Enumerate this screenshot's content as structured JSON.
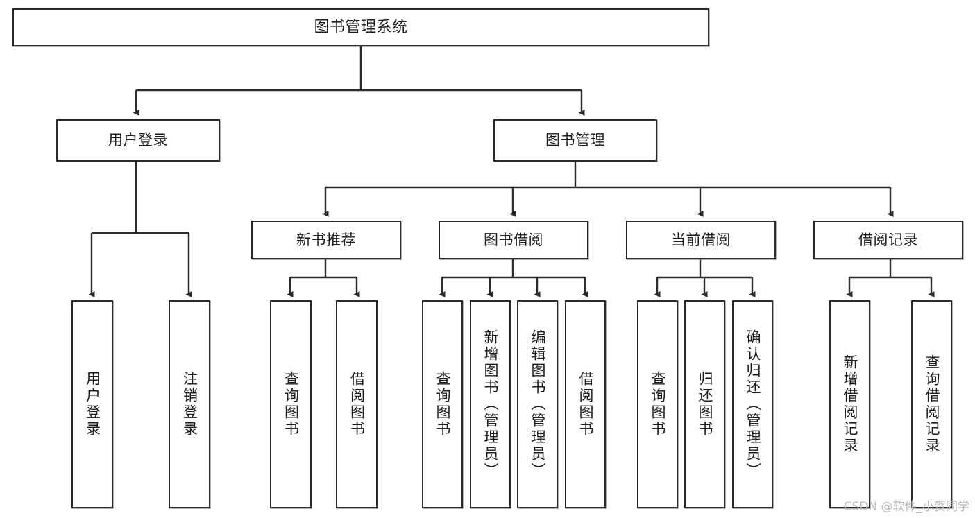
{
  "diagram": {
    "type": "tree-hierarchy-chart",
    "title": "图书管理系统",
    "colors": {
      "background": "#ffffff",
      "node_border": "#2b2b2b",
      "node_fill": "#ffffff",
      "edge": "#2b2b2b",
      "text": "#1d1d1d",
      "watermark": "#b9b9b9"
    },
    "nodes": {
      "root": {
        "label": "图书管理系统"
      },
      "level1": [
        {
          "id": "user-login",
          "label": "用户登录"
        },
        {
          "id": "book-manage",
          "label": "图书管理"
        }
      ],
      "level2": [
        {
          "id": "new-book-recommend",
          "label": "新书推荐"
        },
        {
          "id": "book-borrow",
          "label": "图书借阅"
        },
        {
          "id": "current-borrow",
          "label": "当前借阅"
        },
        {
          "id": "borrow-record",
          "label": "借阅记录"
        }
      ],
      "leaves": [
        {
          "id": "leaf-user-login",
          "label": "用户登录",
          "parent": "user-login"
        },
        {
          "id": "leaf-logout-login",
          "label": "注销登录",
          "parent": "user-login"
        },
        {
          "id": "leaf-query-book-1",
          "label": "查询图书",
          "parent": "new-book-recommend"
        },
        {
          "id": "leaf-borrow-book-1",
          "label": "借阅图书",
          "parent": "new-book-recommend"
        },
        {
          "id": "leaf-query-book-2",
          "label": "查询图书",
          "parent": "book-borrow"
        },
        {
          "id": "leaf-add-book",
          "label": "新增图书（管理员）",
          "parent": "book-borrow"
        },
        {
          "id": "leaf-edit-book",
          "label": "编辑图书（管理员）",
          "parent": "book-borrow"
        },
        {
          "id": "leaf-borrow-book-2",
          "label": "借阅图书",
          "parent": "book-borrow"
        },
        {
          "id": "leaf-query-book-3",
          "label": "查询图书",
          "parent": "current-borrow"
        },
        {
          "id": "leaf-return-book",
          "label": "归还图书",
          "parent": "current-borrow"
        },
        {
          "id": "leaf-confirm-return",
          "label": "确认归还（管理员）",
          "parent": "current-borrow"
        },
        {
          "id": "leaf-add-record",
          "label": "新增借阅记录",
          "parent": "borrow-record"
        },
        {
          "id": "leaf-query-record",
          "label": "查询借阅记录",
          "parent": "borrow-record"
        }
      ]
    },
    "watermark": "CSDN @软件_小贺同学"
  }
}
